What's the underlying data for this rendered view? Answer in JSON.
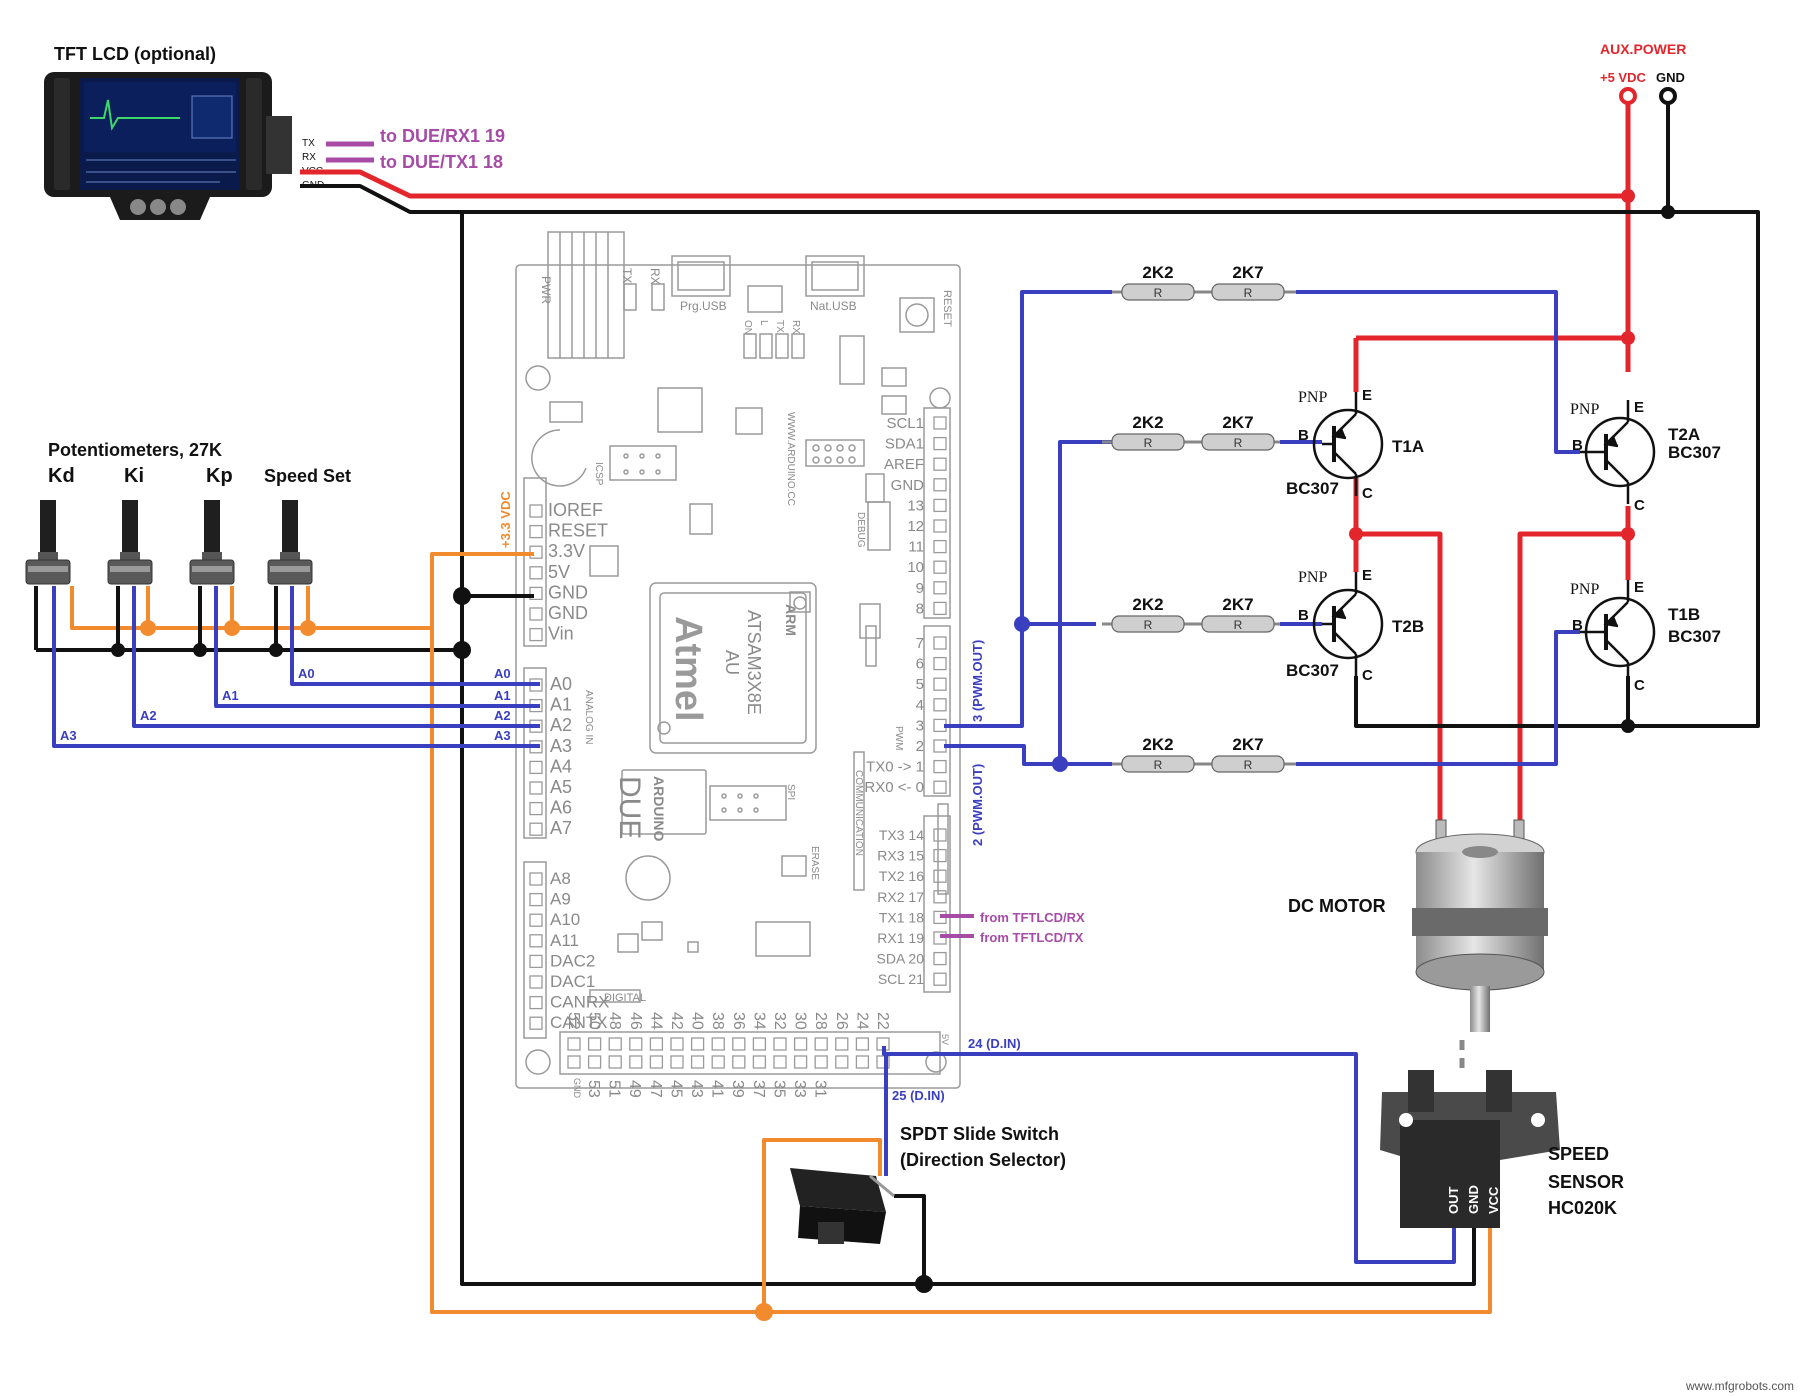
{
  "tft": {
    "title": "TFT LCD (optional)",
    "pins": [
      "TX",
      "RX",
      "VCC",
      "GND"
    ],
    "to_rx1": "to DUE/RX1 19",
    "to_tx1": "to DUE/TX1 18"
  },
  "aux": {
    "title": "AUX.POWER",
    "vdc": "+5 VDC",
    "gnd": "GND"
  },
  "pots": {
    "title": "Potentiometers, 27K",
    "kd": "Kd",
    "ki": "Ki",
    "kp": "Kp",
    "speed": "Speed Set"
  },
  "wires": {
    "a0": "A0",
    "a1": "A1",
    "a2": "A2",
    "a3": "A3",
    "v33": "+3.3 VDC",
    "pwm3": "3 (PWM.OUT)",
    "pwm2": "2 (PWM.OUT)",
    "din24": "24 (D.IN)",
    "din25": "25 (D.IN)",
    "from_rx": "from TFTLCD/RX",
    "from_tx": "from TFTLCD/TX"
  },
  "board": {
    "pwr": "PWR",
    "tx": "TX",
    "rx": "RX",
    "prg_usb": "Prg.USB",
    "nat_usb": "Nat.USB",
    "reset": "RESET",
    "on_l_tx_rx": [
      "ON",
      "L",
      "TX",
      "RX"
    ],
    "icsp": "ICSP",
    "url": "WWW.ARDUINO.CC",
    "power_pins": [
      "IOREF",
      "RESET",
      "3.3V",
      "5V",
      "GND",
      "GND",
      "Vin"
    ],
    "analog_pins": [
      "A0",
      "A1",
      "A2",
      "A3",
      "A4",
      "A5",
      "A6",
      "A7"
    ],
    "analog_in": "ANALOG IN",
    "analog_pins2": [
      "A8",
      "A9",
      "A10",
      "A11",
      "DAC2",
      "DAC1",
      "CANRX",
      "CANTX"
    ],
    "right_top": [
      "SCL1",
      "SDA1",
      "AREF",
      "GND",
      "13",
      "12",
      "11",
      "10",
      "9",
      "8"
    ],
    "right_pwm": [
      "7",
      "6",
      "5",
      "4",
      "3",
      "2",
      "TX0 -> 1",
      "RX0 <- 0"
    ],
    "pwm_label": "PWM",
    "right_comm": [
      "TX3 14",
      "RX3 15",
      "TX2 16",
      "RX2 17",
      "TX1 18",
      "RX1 19",
      "SDA 20",
      "SCL 21"
    ],
    "communication": "COMMUNICATION",
    "debug": "DEBUG",
    "chip_brand": "Atmel",
    "chip_arm": "ARM",
    "chip_model": "ATSAM3X8E",
    "chip_au": "AU",
    "logo_arduino": "ARDUINO",
    "logo_due": "DUE",
    "spi": "SPI",
    "erase": "ERASE",
    "digital": "DIGITAL",
    "header_top": [
      "52",
      "50",
      "48",
      "46",
      "44",
      "42",
      "40",
      "38",
      "36",
      "34",
      "32",
      "30",
      "28",
      "26",
      "24",
      "22"
    ],
    "header_bottom": [
      "53",
      "51",
      "49",
      "47",
      "45",
      "43",
      "41",
      "39",
      "37",
      "35",
      "33",
      "31"
    ],
    "gnd": "GND",
    "five_v": "5V"
  },
  "resistors": [
    {
      "r1": "2K2",
      "r2": "2K7"
    },
    {
      "r1": "2K2",
      "r2": "2K7"
    },
    {
      "r1": "2K2",
      "r2": "2K7"
    },
    {
      "r1": "2K2",
      "r2": "2K7"
    }
  ],
  "resistor_marks": [
    "R",
    "R",
    "R",
    "R",
    "R",
    "R",
    "R",
    "R"
  ],
  "transistors": {
    "t1a": {
      "type": "PNP",
      "name": "T1A",
      "model": "BC307"
    },
    "t2a": {
      "type": "PNP",
      "name": "T2A",
      "model": "BC307"
    },
    "t2b": {
      "type": "PNP",
      "name": "T2B",
      "model": "BC307"
    },
    "t1b": {
      "type": "PNP",
      "name": "T1B",
      "model": "BC307"
    },
    "pins": {
      "e": "E",
      "b": "B",
      "c": "C"
    }
  },
  "motor": {
    "label": "DC MOTOR"
  },
  "switch": {
    "line1": "SPDT Slide Switch",
    "line2": "(Direction Selector)"
  },
  "sensor": {
    "line1": "SPEED",
    "line2": "SENSOR",
    "line3": "HC020K",
    "pins": [
      "OUT",
      "GND",
      "VCC"
    ]
  },
  "watermark": "www.mfgrobots.com",
  "colors": {
    "red": "#e3262c",
    "black": "#111111",
    "blue": "#3a3fbf",
    "orange": "#f28a2e",
    "purple": "#a64ca6",
    "board_gray": "#9a9a9a"
  }
}
